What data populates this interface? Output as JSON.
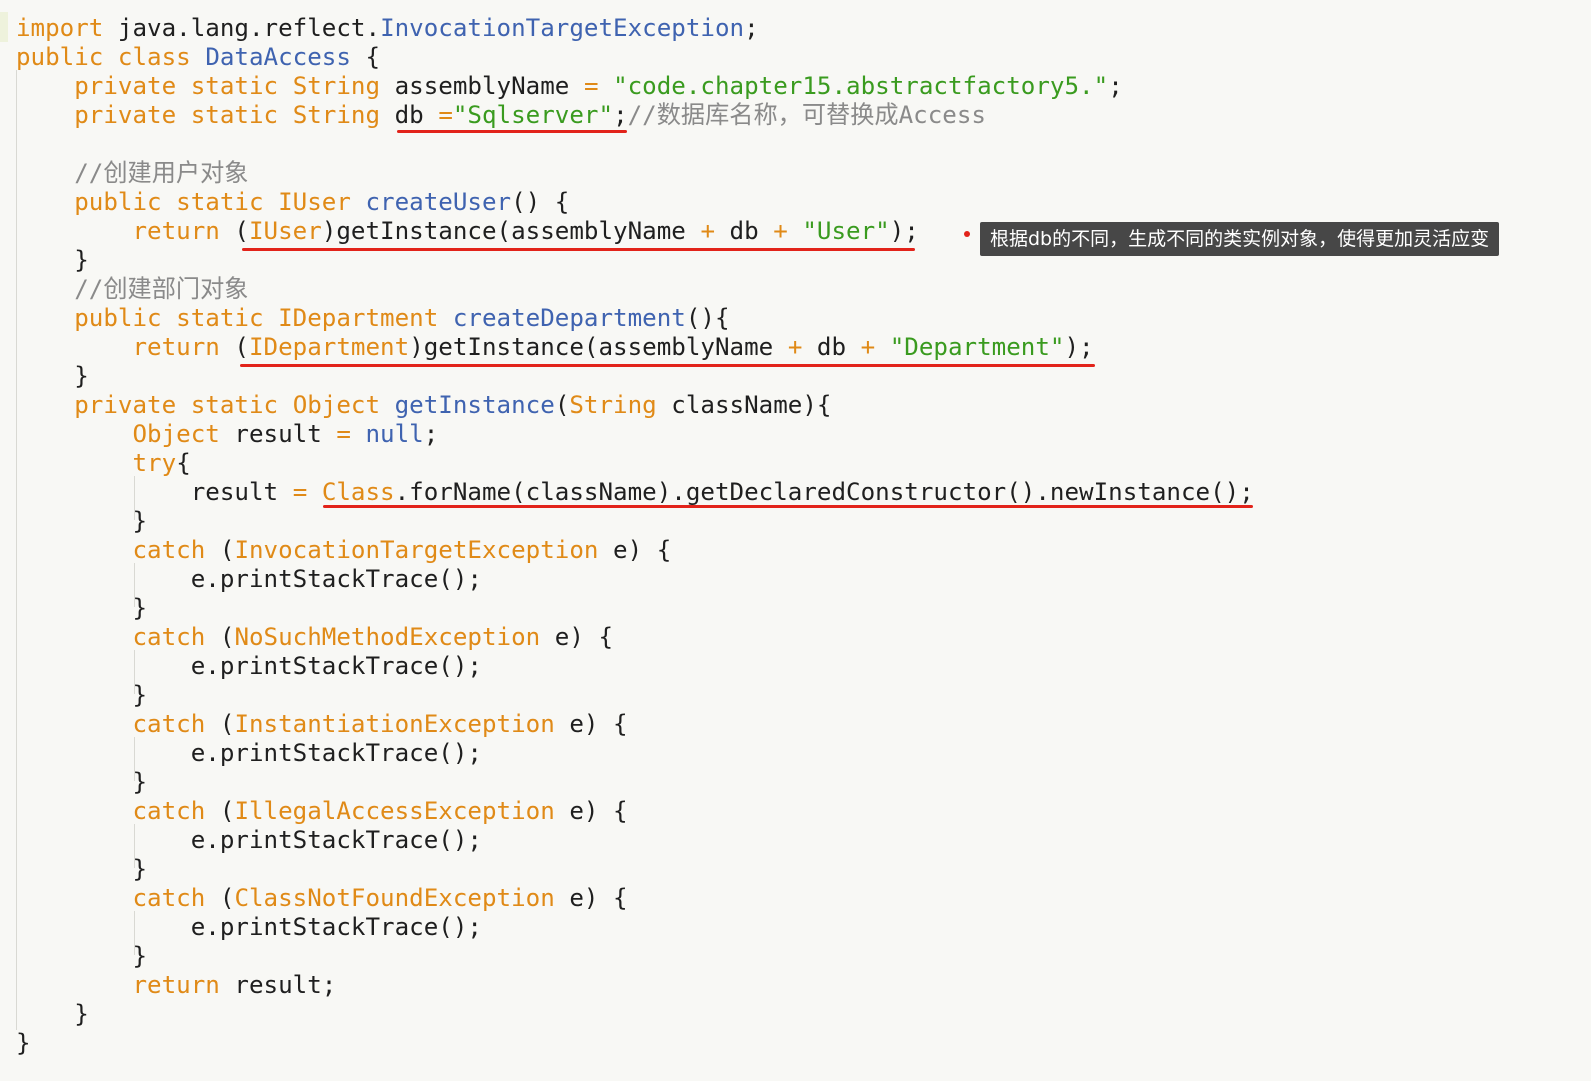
{
  "lines": [
    [
      [
        "kw",
        "import"
      ],
      [
        "plain",
        " java.lang.reflect."
      ],
      [
        "cls",
        "InvocationTargetException"
      ],
      [
        "plain",
        ";"
      ]
    ],
    [
      [
        "kw",
        "public class "
      ],
      [
        "cls",
        "DataAccess"
      ],
      [
        "plain",
        " {"
      ]
    ],
    [
      [
        "plain",
        "    "
      ],
      [
        "kw",
        "private static "
      ],
      [
        "type",
        "String"
      ],
      [
        "plain",
        " assemblyName "
      ],
      [
        "op",
        "="
      ],
      [
        "plain",
        " "
      ],
      [
        "str",
        "\"code.chapter15.abstractfactory5.\""
      ],
      [
        "plain",
        ";"
      ]
    ],
    [
      [
        "plain",
        "    "
      ],
      [
        "kw",
        "private static "
      ],
      [
        "type",
        "String"
      ],
      [
        "plain",
        " db "
      ],
      [
        "op",
        "="
      ],
      [
        "str",
        "\"Sqlserver\""
      ],
      [
        "plain",
        ";"
      ],
      [
        "comment",
        "//数据库名称，可替换成Access"
      ]
    ],
    [
      [
        "plain",
        ""
      ]
    ],
    [
      [
        "plain",
        "    "
      ],
      [
        "comment",
        "//创建用户对象"
      ]
    ],
    [
      [
        "plain",
        "    "
      ],
      [
        "kw",
        "public static "
      ],
      [
        "type",
        "IUser"
      ],
      [
        "plain",
        " "
      ],
      [
        "cls",
        "createUser"
      ],
      [
        "plain",
        "() {"
      ]
    ],
    [
      [
        "plain",
        "        "
      ],
      [
        "kw",
        "return"
      ],
      [
        "plain",
        " ("
      ],
      [
        "type",
        "IUser"
      ],
      [
        "plain",
        ")getInstance(assemblyName "
      ],
      [
        "op",
        "+"
      ],
      [
        "plain",
        " db "
      ],
      [
        "op",
        "+"
      ],
      [
        "plain",
        " "
      ],
      [
        "str",
        "\"User\""
      ],
      [
        "plain",
        ");"
      ]
    ],
    [
      [
        "plain",
        "    }"
      ]
    ],
    [
      [
        "plain",
        "    "
      ],
      [
        "comment",
        "//创建部门对象"
      ]
    ],
    [
      [
        "plain",
        "    "
      ],
      [
        "kw",
        "public static "
      ],
      [
        "type",
        "IDepartment"
      ],
      [
        "plain",
        " "
      ],
      [
        "cls",
        "createDepartment"
      ],
      [
        "plain",
        "(){"
      ]
    ],
    [
      [
        "plain",
        "        "
      ],
      [
        "kw",
        "return"
      ],
      [
        "plain",
        " ("
      ],
      [
        "type",
        "IDepartment"
      ],
      [
        "plain",
        ")getInstance(assemblyName "
      ],
      [
        "op",
        "+"
      ],
      [
        "plain",
        " db "
      ],
      [
        "op",
        "+"
      ],
      [
        "plain",
        " "
      ],
      [
        "str",
        "\"Department\""
      ],
      [
        "plain",
        ");"
      ]
    ],
    [
      [
        "plain",
        "    }"
      ]
    ],
    [
      [
        "plain",
        "    "
      ],
      [
        "kw",
        "private static "
      ],
      [
        "type",
        "Object"
      ],
      [
        "plain",
        " "
      ],
      [
        "cls",
        "getInstance"
      ],
      [
        "plain",
        "("
      ],
      [
        "type",
        "String"
      ],
      [
        "plain",
        " className){"
      ]
    ],
    [
      [
        "plain",
        "        "
      ],
      [
        "type",
        "Object"
      ],
      [
        "plain",
        " result "
      ],
      [
        "op",
        "="
      ],
      [
        "plain",
        " "
      ],
      [
        "null",
        "null"
      ],
      [
        "plain",
        ";"
      ]
    ],
    [
      [
        "plain",
        "        "
      ],
      [
        "kw",
        "try"
      ],
      [
        "plain",
        "{"
      ]
    ],
    [
      [
        "plain",
        "            result "
      ],
      [
        "op",
        "="
      ],
      [
        "plain",
        " "
      ],
      [
        "type",
        "Class"
      ],
      [
        "plain",
        ".forName(className).getDeclaredConstructor().newInstance();"
      ]
    ],
    [
      [
        "plain",
        "        }"
      ]
    ],
    [
      [
        "plain",
        "        "
      ],
      [
        "kw",
        "catch"
      ],
      [
        "plain",
        " ("
      ],
      [
        "type",
        "InvocationTargetException"
      ],
      [
        "plain",
        " e) {"
      ]
    ],
    [
      [
        "plain",
        "            e.printStackTrace();"
      ]
    ],
    [
      [
        "plain",
        "        }"
      ]
    ],
    [
      [
        "plain",
        "        "
      ],
      [
        "kw",
        "catch"
      ],
      [
        "plain",
        " ("
      ],
      [
        "type",
        "NoSuchMethodException"
      ],
      [
        "plain",
        " e) {"
      ]
    ],
    [
      [
        "plain",
        "            e.printStackTrace();"
      ]
    ],
    [
      [
        "plain",
        "        }"
      ]
    ],
    [
      [
        "plain",
        "        "
      ],
      [
        "kw",
        "catch"
      ],
      [
        "plain",
        " ("
      ],
      [
        "type",
        "InstantiationException"
      ],
      [
        "plain",
        " e) {"
      ]
    ],
    [
      [
        "plain",
        "            e.printStackTrace();"
      ]
    ],
    [
      [
        "plain",
        "        }"
      ]
    ],
    [
      [
        "plain",
        "        "
      ],
      [
        "kw",
        "catch"
      ],
      [
        "plain",
        " ("
      ],
      [
        "type",
        "IllegalAccessException"
      ],
      [
        "plain",
        " e) {"
      ]
    ],
    [
      [
        "plain",
        "            e.printStackTrace();"
      ]
    ],
    [
      [
        "plain",
        "        }"
      ]
    ],
    [
      [
        "plain",
        "        "
      ],
      [
        "kw",
        "catch"
      ],
      [
        "plain",
        " ("
      ],
      [
        "type",
        "ClassNotFoundException"
      ],
      [
        "plain",
        " e) {"
      ]
    ],
    [
      [
        "plain",
        "            e.printStackTrace();"
      ]
    ],
    [
      [
        "plain",
        "        }"
      ]
    ],
    [
      [
        "plain",
        "        "
      ],
      [
        "kw",
        "return"
      ],
      [
        "plain",
        " result;"
      ]
    ],
    [
      [
        "plain",
        "    }"
      ]
    ],
    [
      [
        "plain",
        "}"
      ]
    ]
  ],
  "annotation": {
    "text": "根据db的不同，生成不同的类实例对象，使得更加灵活应变"
  },
  "colors": {
    "background": "#f8f8f5",
    "keyword": "#e08a17",
    "class_name": "#3f63b0",
    "string": "#3a9b1f",
    "comment": "#8a8a8a",
    "highlight_underline": "#e2231a",
    "annotation_bg": "#474747"
  }
}
